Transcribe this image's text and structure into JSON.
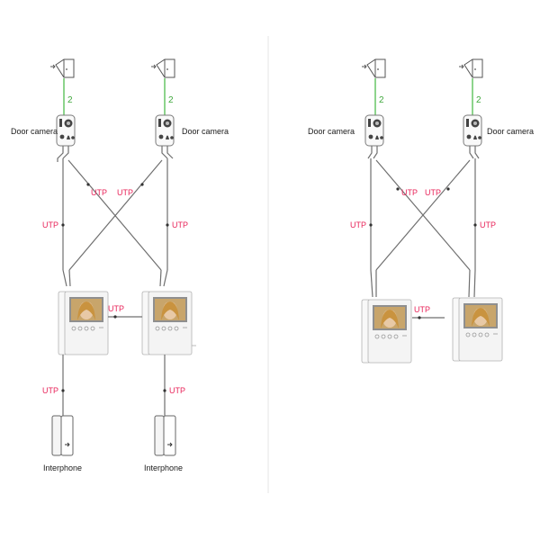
{
  "labels": {
    "door_camera": "Door camera",
    "utp": "UTP",
    "interphone": "Interphone",
    "wire_count": "2"
  },
  "colors": {
    "utp_text": "#e8245a",
    "wire_count_text": "#3fa83c",
    "wire_gray": "#6f6f6f",
    "wire_green": "#5cc15a"
  },
  "icons": [
    "door-icon",
    "door-camera-icon",
    "video-monitor-icon",
    "interphone-icon"
  ]
}
